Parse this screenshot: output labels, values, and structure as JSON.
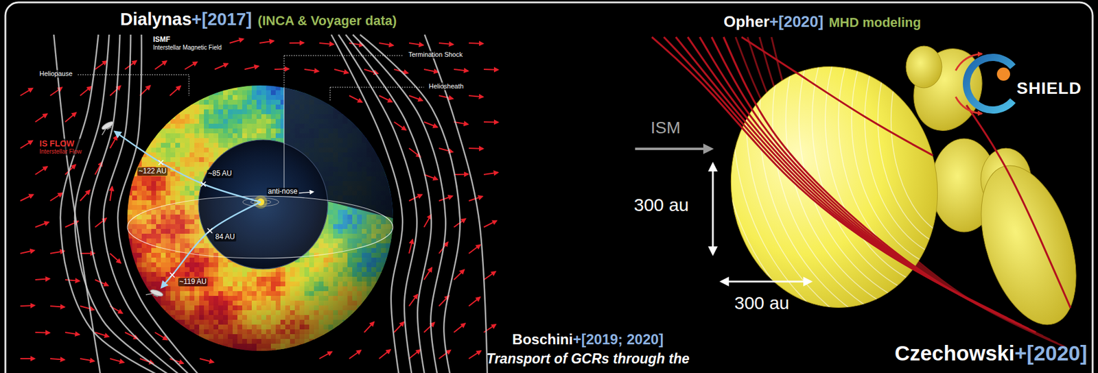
{
  "diagram": {
    "labels": [
      "Dialynas",
      "+[2017]",
      "(INCA & Voyager data)",
      "Opher",
      "+[2020]",
      "MHD modeling",
      "ISMF",
      "Interstellar Magnetic Field",
      "Heliopause",
      "Termination Shock",
      "Heliosheath",
      "IS FLOW",
      "Interstellar Flow",
      "~122 AU",
      "~85 AU",
      "anti-nose",
      "84 AU",
      "~119 AU",
      "ISM",
      "300 au",
      "300 au",
      "SHIELD",
      "Boschini",
      "+[2019; 2020]",
      "Transport of GCRs through the",
      "Czechowski",
      "+[2020]"
    ]
  }
}
